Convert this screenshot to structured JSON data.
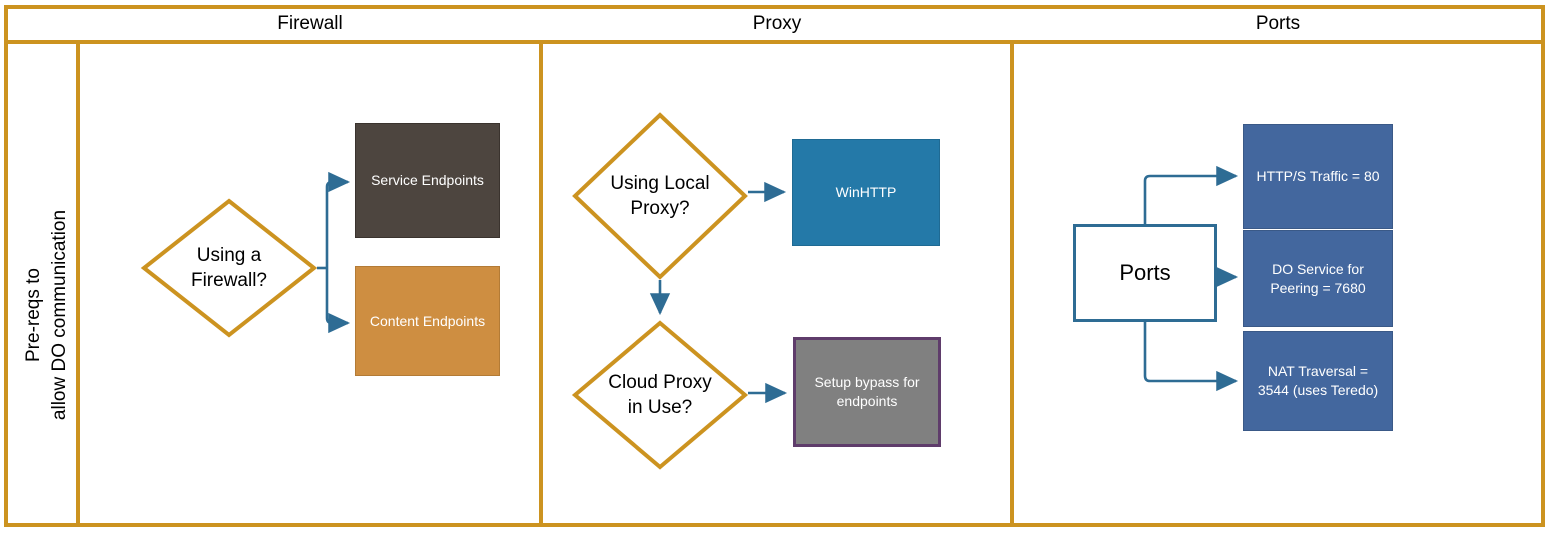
{
  "diagram": {
    "side_label_line1": "Pre-reqs to",
    "side_label_line2": "allow DO communication",
    "columns": [
      {
        "title": "Firewall"
      },
      {
        "title": "Proxy"
      },
      {
        "title": "Ports"
      }
    ]
  },
  "firewall": {
    "decision": {
      "line1": "Using a",
      "line2": "Firewall?"
    },
    "outputs": [
      {
        "label": "Service Endpoints",
        "color": "#4D453F"
      },
      {
        "label": "Content Endpoints",
        "color": "#CE8E41"
      }
    ]
  },
  "proxy": {
    "decision_local": {
      "line1": "Using Local",
      "line2": "Proxy?"
    },
    "decision_cloud": {
      "line1": "Cloud Proxy",
      "line2": "in Use?"
    },
    "output_local": {
      "label": "WinHTTP",
      "color": "#2479A8"
    },
    "output_cloud": {
      "line1": "Setup bypass for",
      "line2": "endpoints",
      "color": "#808080",
      "border_color": "#5F3C6B"
    }
  },
  "ports": {
    "hub_label": "Ports",
    "items": [
      {
        "line1": "HTTP/S Traffic = 80",
        "line2": "",
        "color": "#43679E"
      },
      {
        "line1": "DO Service for",
        "line2": "Peering = 7680",
        "color": "#43679E"
      },
      {
        "line1": "NAT Traversal =",
        "line2": "3544 (uses Teredo)",
        "color": "#43679E"
      }
    ]
  },
  "theme": {
    "frame_color": "#CC9320",
    "diamond_stroke": "#CC9320",
    "connector_color": "#2E6C94"
  }
}
